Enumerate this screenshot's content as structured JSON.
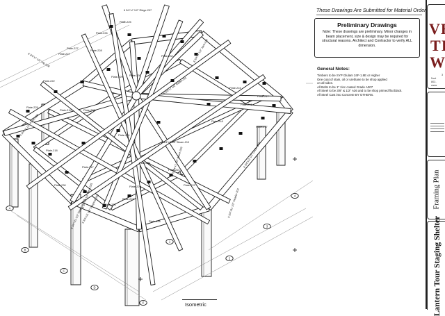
{
  "titleblock": {
    "submitted_text": "These Drawings Are Submitted for Material Order",
    "preliminary_title": "Preliminary Drawings",
    "preliminary_note": "Note: These drawings are preliminary. Minor changes in beam placement, size & design may be required for structural reasons. Architect and Contractor to verify ALL dimension.",
    "notes_title": "General Notes:",
    "notes": [
      "Timbers to be SYP Glulam 24F-1.8E or Higher",
      "One coat of stain, oil or urethane to be shop applied",
      "    on all sides.",
      "All Bolts to be 1\" zinc coated Grade A307",
      "All Steel to be 3/8\" & 1/2\" A36 and to be shop primed flat black.",
      "All Steel Cast into Concrete BY OTHERS."
    ]
  },
  "logo": {
    "lines": [
      "VE",
      "TI",
      "W"
    ],
    "address_lines": [
      "3",
      "Nort",
      "802-",
      "www"
    ]
  },
  "side_panel": {
    "sheet_title": "Framing Plan",
    "project_title": "Lantern Tour Staging Shelter"
  },
  "view_label": "Isometric",
  "plates": [
    "Plate-225",
    "Plate-226",
    "Plate-227",
    "Plate-227",
    "Plate-228",
    "Plate-232",
    "Plate-222",
    "Plate-229",
    "Plate-230",
    "Plate-231",
    "Plate-217",
    "Plate-218",
    "Plate-219",
    "Plate-220",
    "Plate-221",
    "Plate-221",
    "Plate-222",
    "Plate-223",
    "Plate-224",
    "Plate-216",
    "Plate-216",
    "Plate-217",
    "Plate-217",
    "Plate-218",
    "Plate-230",
    "Plate-228",
    "Plate-229",
    "Plate-225"
  ],
  "member_dims": [
    "6 3/4\"x7 1/2\" Ridge-207",
    "6 3/4\"x7 1/2\" Hip-208",
    "6 3/4\"x7 1/2\" Rafter-211",
    "6 3/4\"x7 1/2\" Beam-210",
    "6 3/4\"x7 1/2\" Purlin-209",
    "6 3/4\"x11 1/2\" Diagonal-201",
    "6 3/4\"x11 1/2\" Diagonal-202",
    "6 3/4\"x11 1/2\" Girder-203",
    "6 3/4\"x11 1/2\" Header-204",
    "6 3/4\"x7 1/2\" Strut-205",
    "6 3/4\"x7 1/2\" Brace-206",
    "6 3/4\"x7 1/2\" Jack-212"
  ],
  "grid_labels": [
    "A",
    "B",
    "C",
    "D",
    "E",
    "1",
    "2",
    "3",
    "4"
  ]
}
